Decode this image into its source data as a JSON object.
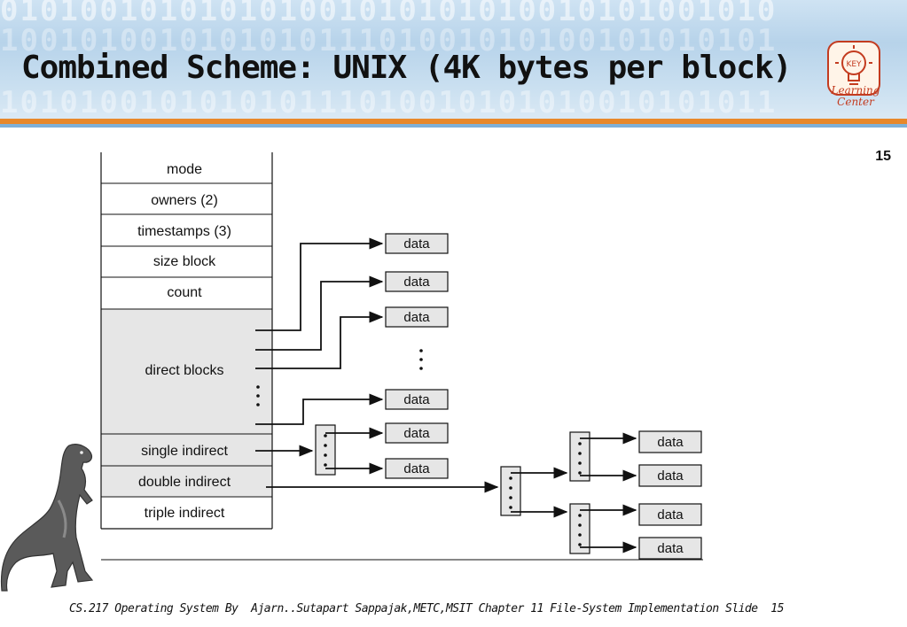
{
  "slide": {
    "title": "Combined Scheme:  UNIX (4K bytes per block)",
    "number": "15",
    "footer": "CS.217 Operating System By  Ajarn..Sutapart Sappajak,METC,MSIT Chapter 11 File-System Implementation Slide  15",
    "banner_bits": {
      "row1": "010100101010101001010101010010101001010",
      "row2": "100101001010101011101001010100101010101",
      "row3": "101010010101010111010010101010010101011"
    }
  },
  "logo": {
    "line1": "Learning",
    "line2": "Center"
  },
  "inode": {
    "fields": [
      "mode",
      "owners (2)",
      "timestamps (3)",
      "size block",
      "count",
      "direct blocks",
      "single indirect",
      "double indirect",
      "triple indirect"
    ]
  },
  "blocks": {
    "data_label": "data"
  },
  "colors": {
    "shaded": "#e6e6e6",
    "line": "#111111",
    "accent_orange": "#e8882b",
    "logo_red": "#c33b1f"
  }
}
